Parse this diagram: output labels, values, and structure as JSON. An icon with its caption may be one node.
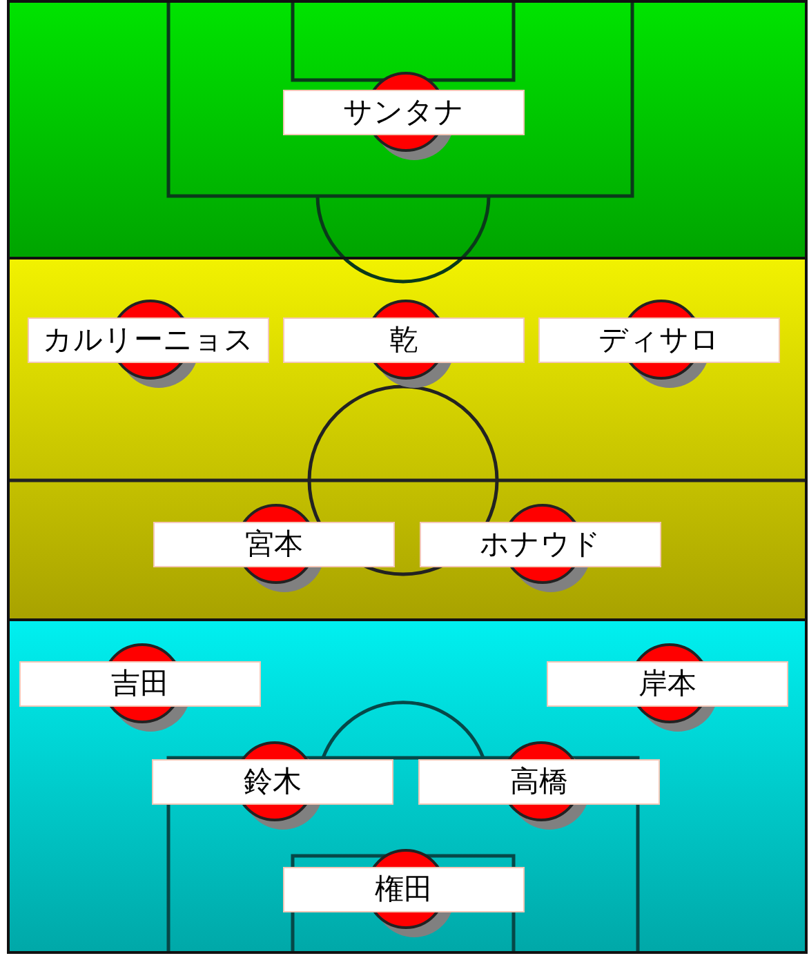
{
  "diagram": {
    "nodes": [
      {
        "text": [
          "サンタナ"
        ]
      },
      {
        "text": [
          "カルリーニョス"
        ]
      },
      {
        "text": [
          "乾"
        ]
      },
      {
        "text": [
          "ディサロ"
        ]
      },
      {
        "text": [
          "宮本"
        ]
      },
      {
        "text": [
          "ホナウド"
        ]
      },
      {
        "text": [
          "吉田"
        ]
      },
      {
        "text": [
          "岸本"
        ]
      },
      {
        "text": [
          "鈴木"
        ]
      },
      {
        "text": [
          "高橋"
        ]
      },
      {
        "text": [
          "権田"
        ]
      }
    ]
  }
}
